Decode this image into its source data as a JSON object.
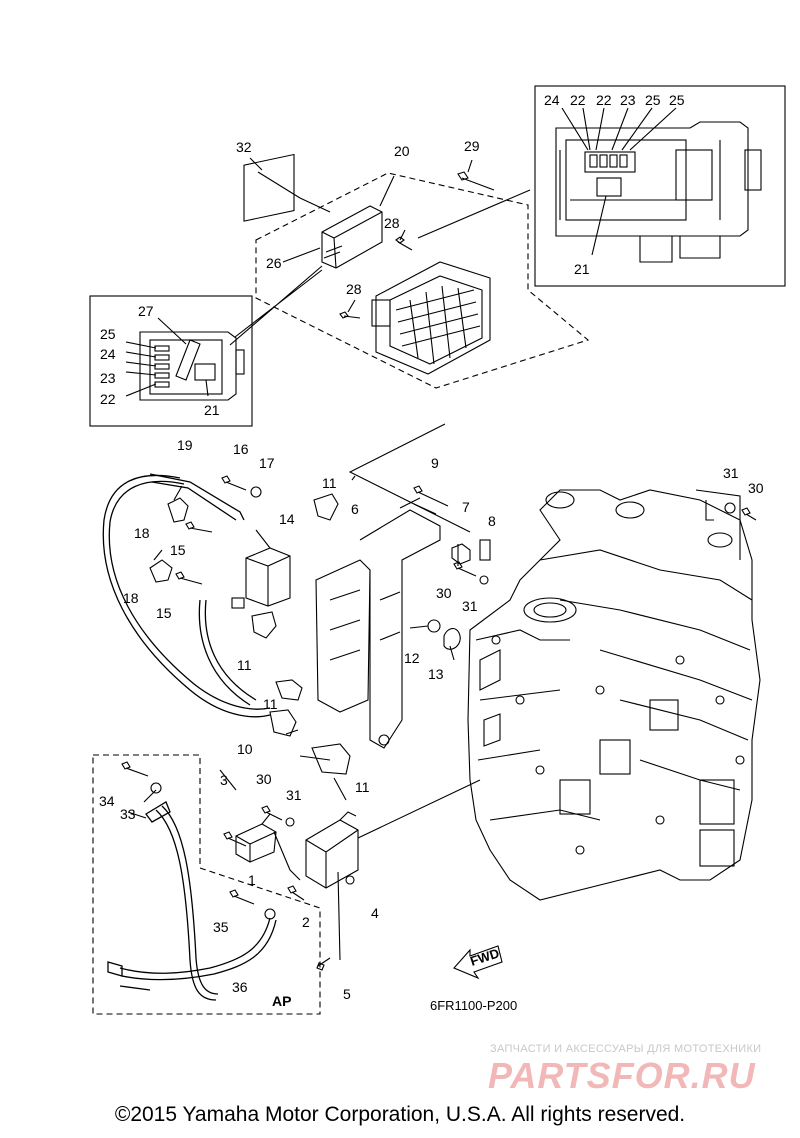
{
  "diagram": {
    "part_code": "6FR1100-P200",
    "fwd_label": "FWD",
    "ap_label": "AP",
    "callouts": {
      "c1": "1",
      "c2": "2",
      "c3": "3",
      "c4": "4",
      "c5": "5",
      "c6": "6",
      "c7": "7",
      "c8": "8",
      "c9": "9",
      "c10": "10",
      "c11a": "11",
      "c11b": "11",
      "c11c": "11",
      "c11d": "11",
      "c12": "12",
      "c13": "13",
      "c14": "14",
      "c15a": "15",
      "c15b": "15",
      "c16": "16",
      "c17": "17",
      "c18a": "18",
      "c18b": "18",
      "c19": "19",
      "c20": "20",
      "c21a": "21",
      "c21b": "21",
      "c22a": "22",
      "c22b": "22",
      "c22c": "22",
      "c23a": "23",
      "c23b": "23",
      "c24a": "24",
      "c24b": "24",
      "c25a": "25",
      "c25b": "25",
      "c25c": "25",
      "c26": "26",
      "c27": "27",
      "c28a": "28",
      "c28b": "28",
      "c29": "29",
      "c30a": "30",
      "c30b": "30",
      "c30c": "30",
      "c31a": "31",
      "c31b": "31",
      "c31c": "31",
      "c32": "32",
      "c33": "33",
      "c34": "34",
      "c35": "35",
      "c36": "36"
    }
  },
  "watermark": {
    "tagline": "ЗАПЧАСТИ И АКСЕССУАРЫ ДЛЯ МОТОТЕХНИКИ",
    "logo": "PARTSFOR.RU"
  },
  "footer": {
    "copyright": "©2015 Yamaha Motor Corporation, U.S.A. All rights reserved."
  }
}
